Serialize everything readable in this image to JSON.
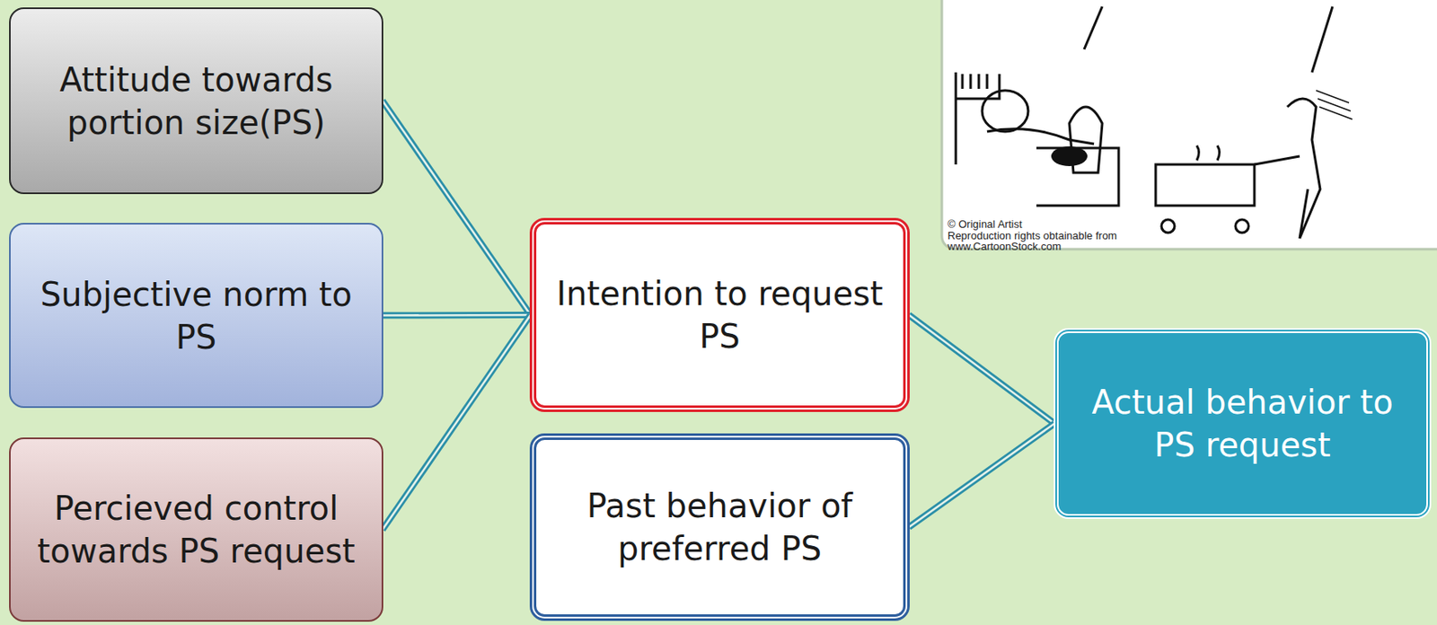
{
  "diagram": {
    "nodes": [
      {
        "text": [
          "Attitude towards portion size(PS)"
        ]
      },
      {
        "text": [
          "Subjective norm to PS"
        ]
      },
      {
        "text": [
          "Percieved control towards PS request"
        ]
      },
      {
        "text": [
          "Intention to request PS"
        ]
      },
      {
        "text": [
          "Past behavior of preferred PS"
        ]
      },
      {
        "text": [
          "Actual behavior to PS request"
        ]
      }
    ],
    "edges": [
      {
        "from": 0,
        "to": 3,
        "arrow": "none"
      },
      {
        "from": 1,
        "to": 3,
        "arrow": "none"
      },
      {
        "from": 2,
        "to": 3,
        "arrow": "none"
      },
      {
        "from": 3,
        "to": 5,
        "arrow": "none"
      },
      {
        "from": 4,
        "to": 5,
        "arrow": "none"
      }
    ],
    "labels": [
      "© Original Artist",
      "Reproduction rights obtainable from",
      "www.CartoonStock.com"
    ]
  }
}
